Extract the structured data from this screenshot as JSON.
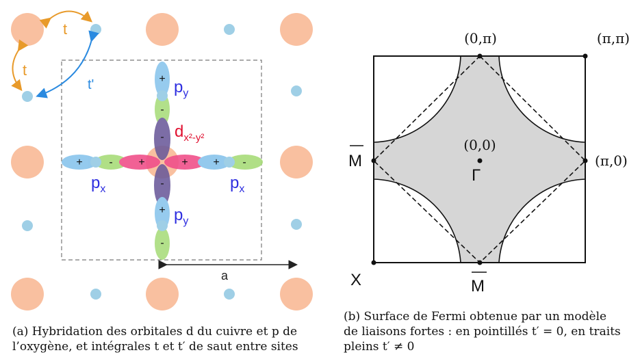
{
  "left_diagram": {
    "hop_labels": {
      "t_top": "t",
      "t_left": "t",
      "t_prime": "t'"
    },
    "orbital_labels": {
      "p_y_top": "p",
      "p_y_top_sub": "y",
      "p_y_bottom": "p",
      "p_y_bottom_sub": "y",
      "p_x_left": "p",
      "p_x_left_sub": "x",
      "p_x_right": "p",
      "p_x_right_sub": "x",
      "d_main": "d",
      "d_sub": "x²-y²"
    },
    "signs": {
      "plus": "+",
      "minus": "-"
    },
    "lattice_label": "a",
    "colors": {
      "copper": "#f9c0a0",
      "oxygen": "#9fcfe6",
      "orbital_blue": "#88c4ec",
      "orbital_green": "#a8dc7a",
      "orbital_red": "#f0508a",
      "orbital_purple": "#7a6fa8",
      "hop_orange": "#e89a2a",
      "hop_blue": "#2a8ae0",
      "label_blue": "#2f2fe0",
      "label_red": "#e01030"
    }
  },
  "right_diagram": {
    "labels": {
      "top_center": "(0,π)",
      "top_right": "(π,π)",
      "center": "(0,0)",
      "gamma": "Γ",
      "right_mid": "(π,0)",
      "left_mid": "M",
      "bottom_mid": "M",
      "bottom_left": "X"
    },
    "colors": {
      "fill": "#d6d6d6"
    }
  },
  "captions": {
    "a_line1": "(a) Hybridation des orbitales d du cuivre et p de",
    "a_line2": "l’oxygène, et intégrales t et t′ de saut entre sites",
    "b_line1": "(b) Surface de Fermi obtenue par un modèle",
    "b_line2": "de liaisons fortes : en pointillés t′ = 0, en traits",
    "b_line3": "pleins t′ ≠ 0"
  }
}
